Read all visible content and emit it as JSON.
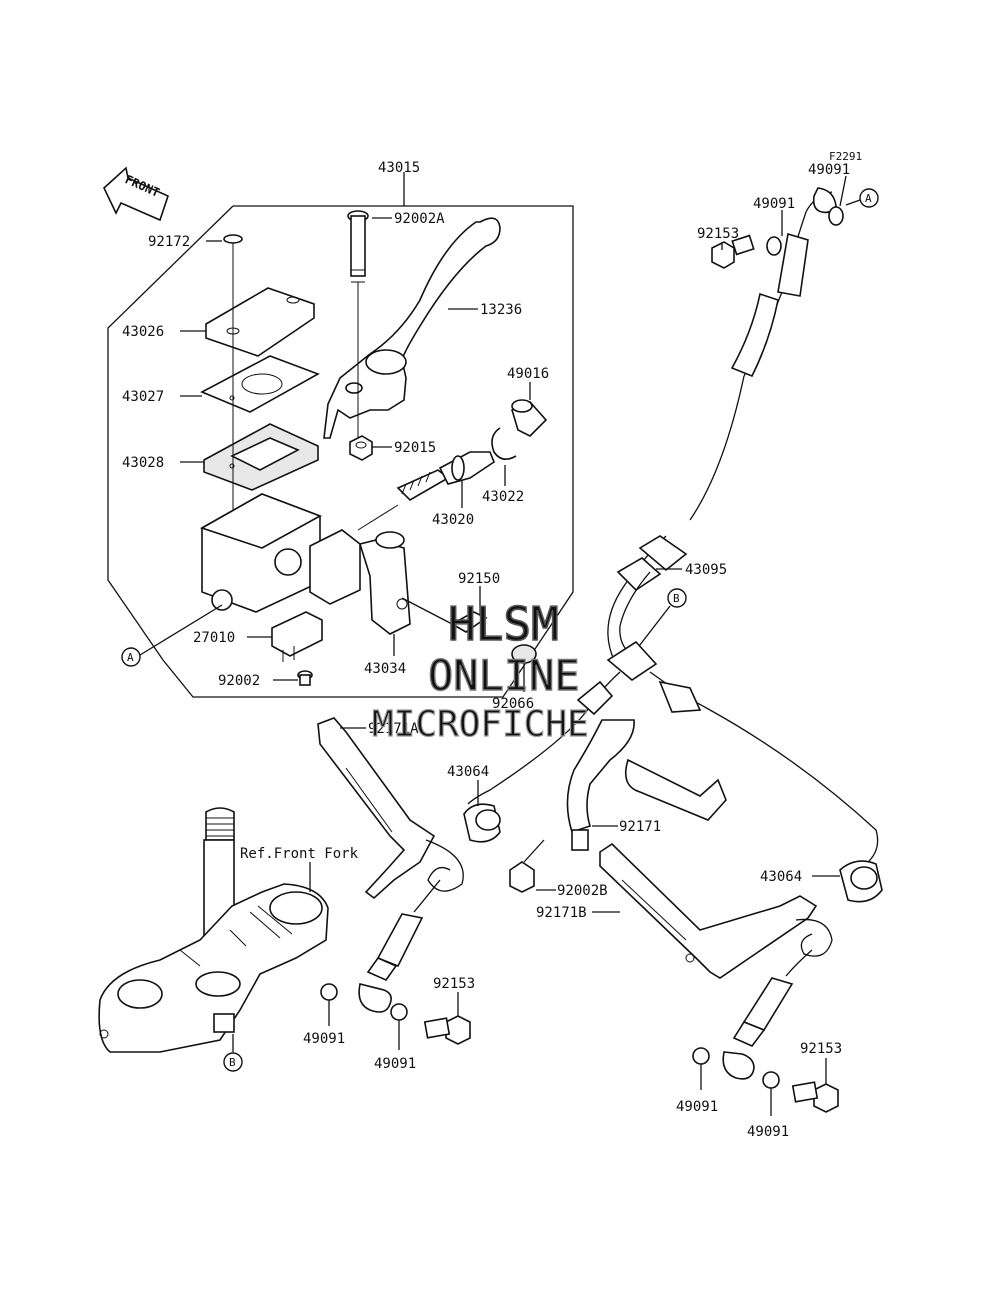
{
  "figure_code": "F2291",
  "front_arrow": "FRONT",
  "reference_note": "Ref.Front Fork",
  "connectors": [
    "A",
    "B"
  ],
  "part_numbers": {
    "p43015": "43015",
    "p92172": "92172",
    "p92002A": "92002A",
    "p43026": "43026",
    "p13236": "13236",
    "p43027": "43027",
    "p49016": "49016",
    "p43028": "43028",
    "p92015": "92015",
    "p43022": "43022",
    "p43020": "43020",
    "p92150": "92150",
    "p27010": "27010",
    "p43034": "43034",
    "p92002": "92002",
    "p92066": "92066",
    "p92171A": "92171A",
    "p43064a": "43064",
    "p92171": "92171",
    "p92002B": "92002B",
    "p92171B": "92171B",
    "p43064b": "43064",
    "p92153a": "92153",
    "p49091a": "49091",
    "p49091b": "49091",
    "p49091c": "49091",
    "p92153b": "92153",
    "p49091d": "49091",
    "p49091e": "49091",
    "p92153c": "92153",
    "p49091f": "49091",
    "p43095": "43095"
  },
  "watermark": {
    "line1": "HLSM",
    "line2": "ONLINE",
    "line3": "MICROFICHE"
  }
}
